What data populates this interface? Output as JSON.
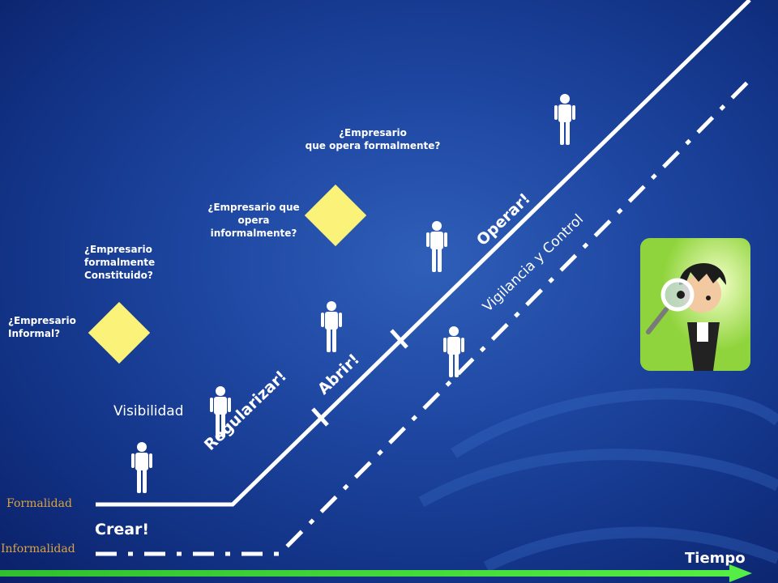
{
  "labels": {
    "formalidad": "Formalidad",
    "informalidad": "Informalidad",
    "tiempo": "Tiempo",
    "visibilidad": "Visibilidad",
    "vigilancia": "Vigilancia y Control"
  },
  "stages": {
    "crear": "Crear!",
    "regularizar": "Regularizar!",
    "abrir": "Abrir!",
    "operar": "Operar!"
  },
  "questions": {
    "q1": [
      "¿Empresario",
      "Informal?"
    ],
    "q2": [
      "¿Empresario",
      "formalmente",
      "Constituido?"
    ],
    "q3": [
      "¿Empresario que",
      "opera",
      "informalmente?"
    ],
    "q4": [
      "¿Empresario",
      "que opera formalmente?"
    ]
  },
  "colors": {
    "diamond": "#fbf27a",
    "level_label": "#d9a441",
    "arrow": "#3ddc3d",
    "detective_bg": "#8fd43c"
  },
  "icons": [
    "person-icon",
    "decision-diamond-icon",
    "detective-magnifier-icon",
    "arrow-right-icon"
  ]
}
